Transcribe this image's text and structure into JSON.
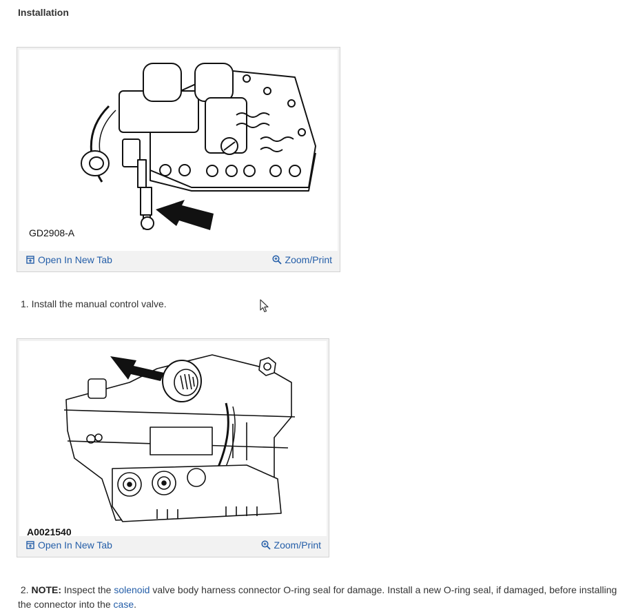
{
  "heading": "Installation",
  "figures": [
    {
      "code": "GD2908-A",
      "open_label": "Open In New Tab",
      "zoom_label": "Zoom/Print",
      "open_icon": "open-in-new-tab-icon",
      "zoom_icon": "magnifier-plus-icon"
    },
    {
      "code": "A0021540",
      "open_label": "Open In New Tab",
      "zoom_label": "Zoom/Print",
      "open_icon": "open-in-new-tab-icon",
      "zoom_icon": "magnifier-plus-icon"
    }
  ],
  "steps": [
    {
      "number": "1.",
      "text": "Install the manual control valve."
    },
    {
      "number": "2.",
      "note_label": "NOTE:",
      "text_a": "Inspect the",
      "link_a": "solenoid",
      "text_b": "valve body harness connector O-ring seal for damage. Install a new O-ring seal, if damaged, before installing the connector into the",
      "link_b": "case",
      "text_c": "."
    }
  ],
  "colors": {
    "link": "#245ea8",
    "figure_bg": "#f2f2f2",
    "figure_border": "#d2d2d2"
  }
}
